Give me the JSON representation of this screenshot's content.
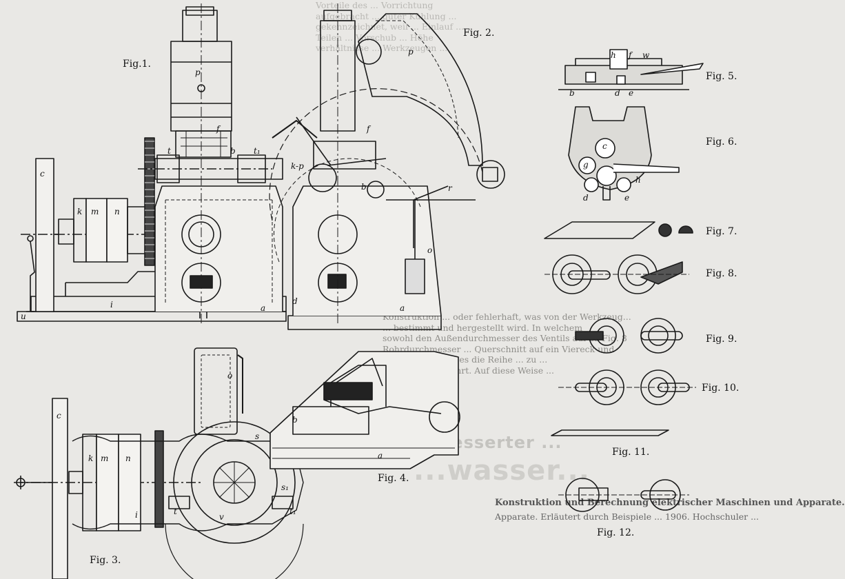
{
  "figures": {
    "fig1": "Fig.1.",
    "fig2": "Fig. 2.",
    "fig3": "Fig. 3.",
    "fig4": "Fig. 4.",
    "fig5": "Fig. 5.",
    "fig6": "Fig. 6.",
    "fig7": "Fig. 7.",
    "fig8": "Fig. 8.",
    "fig9": "Fig. 9.",
    "fig10": "Fig. 10.",
    "fig11": "Fig. 11.",
    "fig12": "Fig. 12."
  },
  "part_labels": {
    "p": "p",
    "c": "c",
    "m": "m",
    "n": "n",
    "k": "k",
    "i": "i",
    "u": "u",
    "a": "a",
    "t": "t",
    "t1": "t₁",
    "b": "b",
    "f": "f",
    "d": "d",
    "e": "e",
    "g": "g",
    "h": "h",
    "w": "w",
    "r": "r",
    "o": "o",
    "s": "s",
    "s1": "s₁",
    "kp": "k-p",
    "l": "l",
    "v": "v",
    "s2": "s"
  },
  "background_text": {
    "col_mid": [
      "Vorteile des ... Vorrichtung",
      "",
      "",
      "",
      "",
      "",
      "",
      "",
      "",
      "",
      "",
      "",
      "",
      "",
      "",
      "",
      "aufgebracht ... guter Kühlung ...",
      "gekennzeichnet, weil ... Einlauf ...",
      "Teilen ... Vorschub ... Höhe",
      "verhältnisse ... Werkzeugen ..."
    ],
    "col_right": [
      "Konstruktion ... oder fehlerhaft, was von der Werkzeug...",
      "... bestimmt und hergestellt wird. In welchem",
      "sowohl den Außendurchmesser des Ventils auf zu Fig. 8",
      "Rohrdurchmesser ... Querschnitt auf ein Viereck und",
      "... wodurch, dass es die Reihe ... zu ...",
      "... von ihm fortführt. Auf diese Weise ..."
    ],
    "heading_lower": "Konstruktion und Berechnung elektrischer Maschinen und Apparate.",
    "heading_lower2": "Apparate. Erläutert durch Beispiele ... 1906. Hochschuler ...",
    "ghost1": "...verbesserter ...",
    "ghost2": "...wasser..."
  }
}
